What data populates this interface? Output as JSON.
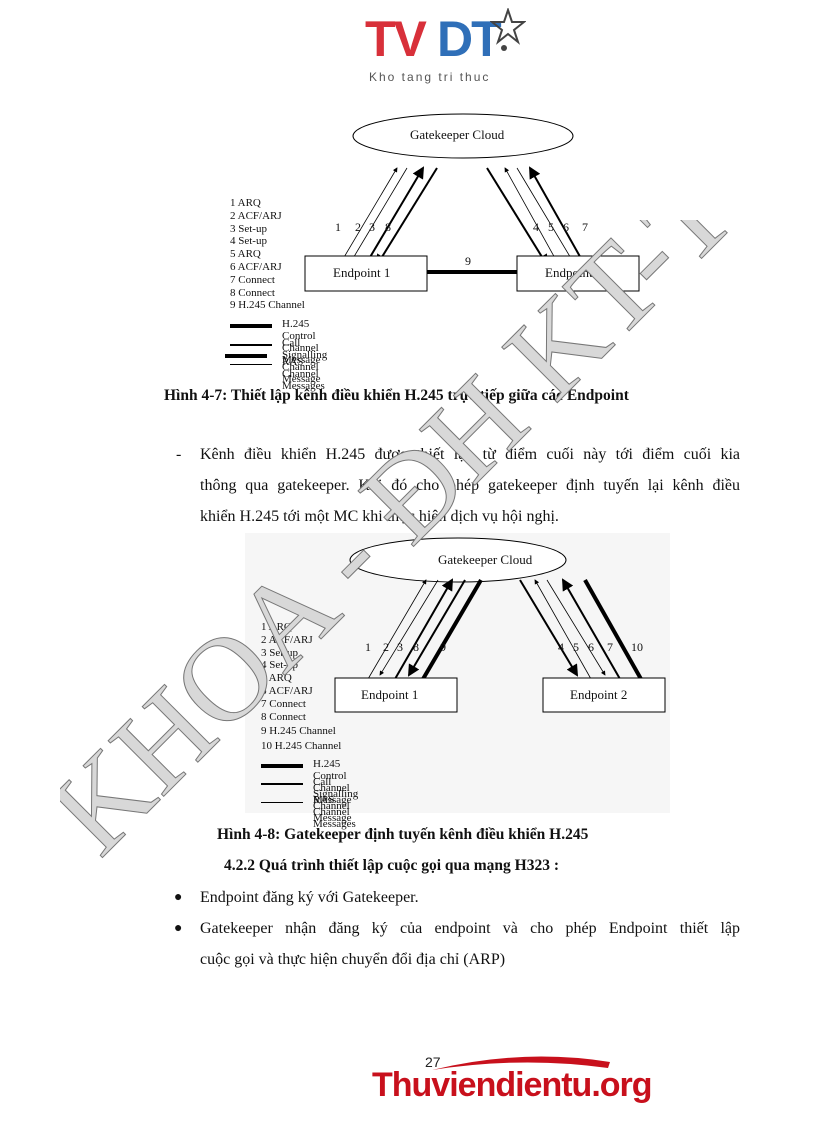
{
  "header_logo": {
    "part1": "TV",
    "part2": "DT",
    "tagline": "Kho tang tri thuc",
    "colors": {
      "part1": "#d8303a",
      "part2": "#2f6fb8"
    }
  },
  "figure1": {
    "cloud_label": "Gatekeeper Cloud",
    "endpoint1": "Endpoint 1",
    "endpoint2": "Endpoint 2",
    "arrow_labels_left": [
      "1",
      "2",
      "3",
      "8"
    ],
    "arrow_labels_right": [
      "4",
      "5",
      "6",
      "7"
    ],
    "direct_link_label": "9",
    "steps": [
      "1 ARQ",
      "2 ACF/ARJ",
      "3 Set-up",
      "4 Set-up",
      "5 ARQ",
      "6 ACF/ARJ",
      "7 Connect",
      "8 Connect",
      "9 H.245 Channel"
    ],
    "legend": [
      "H.245 Control Channel Message",
      "Call Signalling Channel Message",
      "RAS Channel Messages"
    ],
    "caption": "Hình 4-7: Thiết lập kênh điều khiển H.245 trực tiếp giữa các Endpoint"
  },
  "paragraph1": {
    "marker": "-",
    "lines": [
      "Kênh điều khiển H.245 được thiết lập từ điểm cuối này tới điểm cuối kia",
      "thông qua gatekeeper. Khi đó cho phép gatekeeper định tuyến lại kênh điều",
      "khiển H.245 tới một MC khi thực hiện dịch vụ hội nghị."
    ]
  },
  "figure2": {
    "cloud_label": "Gatekeeper Cloud",
    "endpoint1": "Endpoint 1",
    "endpoint2": "Endpoint 2",
    "arrow_labels_left": [
      "1",
      "2",
      "3",
      "8",
      "9"
    ],
    "arrow_labels_right": [
      "4",
      "5",
      "6",
      "7",
      "10"
    ],
    "steps": [
      "1 ARQ",
      "2 ACF/ARJ",
      "3 Set-up",
      "4 Set-up",
      "5 ARQ",
      "6 ACF/ARJ",
      "7 Connect",
      "8 Connect",
      "9 H.245 Channel",
      "10 H.245 Channel"
    ],
    "legend": [
      "H.245 Control Channel Message",
      "Call Signalling Channel Message",
      "RAS Channel Messages"
    ],
    "caption": "Hình 4-8: Gatekeeper định tuyến kênh điều khiển H.245"
  },
  "section": {
    "heading": "4.2.2 Quá trình thiết lập cuộc gọi qua mạng H323 :",
    "bullets": [
      {
        "lines": [
          "Endpoint đăng ký với Gatekeeper."
        ]
      },
      {
        "lines": [
          "Gatekeeper nhận đăng ký của endpoint và cho phép Endpoint thiết lập",
          "cuộc gọi và thực hiện chuyển đổi địa chỉ (ARP)"
        ]
      }
    ]
  },
  "watermark": {
    "text": "KHOA - ĐH KT-TN",
    "color": "#bdbdbd"
  },
  "page_number": "27",
  "footer_logo": {
    "text": "Thuviendientu.org",
    "color": "#c8101c"
  }
}
